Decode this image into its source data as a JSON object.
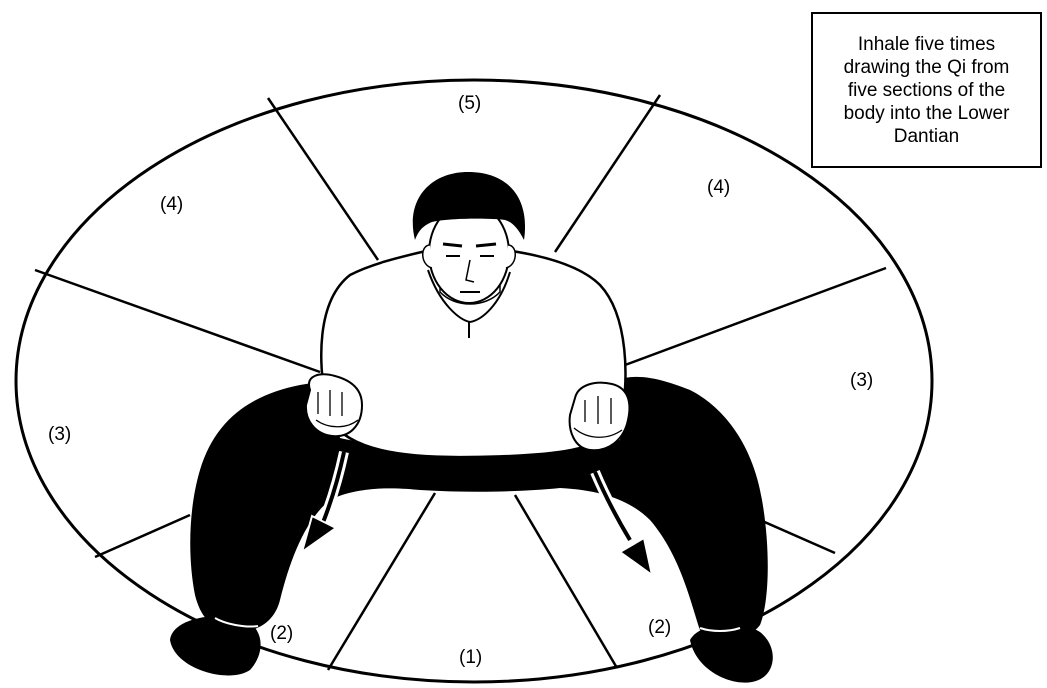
{
  "caption": {
    "lines": [
      "Inhale five times",
      "drawing the Qi from",
      "five sections of the",
      "body into the Lower",
      "Dantian"
    ]
  },
  "sections": {
    "top": "(5)",
    "upper_left": "(4)",
    "upper_right": "(4)",
    "mid_left": "(3)",
    "mid_right": "(3)",
    "lower_left": "(2)",
    "lower_right": "(2)",
    "bottom": "(1)"
  },
  "colors": {
    "ink": "#000000",
    "paper": "#ffffff"
  }
}
